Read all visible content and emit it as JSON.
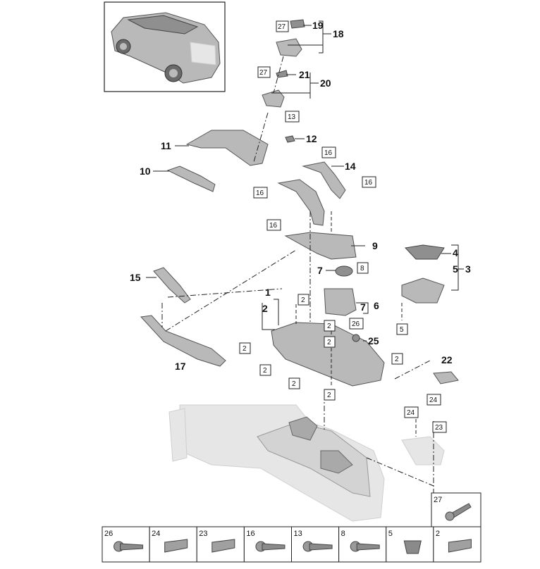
{
  "callouts": {
    "c1": "1",
    "c2": "2",
    "c3": "3",
    "c4": "4",
    "c5": "5",
    "c6": "6",
    "c7a": "7",
    "c7b": "7",
    "c9": "9",
    "c10": "10",
    "c11": "11",
    "c12": "12",
    "c14": "14",
    "c15": "15",
    "c17": "17",
    "c18": "18",
    "c19": "19",
    "c20": "20",
    "c21": "21",
    "c22": "22",
    "c25": "25"
  },
  "boxed": {
    "b27a": "27",
    "b27b": "27",
    "b13": "13",
    "b16a": "16",
    "b16b": "16",
    "b16c": "16",
    "b16d": "16",
    "b8": "8",
    "b5": "5",
    "b2a": "2",
    "b2b": "2",
    "b2c": "2",
    "b2d": "2",
    "b2e": "2",
    "b2f": "2",
    "b2g": "2",
    "b2h": "2",
    "b26": "26",
    "b24a": "24",
    "b24b": "24",
    "b23": "23"
  },
  "fastener_table": {
    "cells": [
      {
        "id": "26",
        "icon": "bolt-icon"
      },
      {
        "id": "24",
        "icon": "clip-icon"
      },
      {
        "id": "23",
        "icon": "clip-icon"
      },
      {
        "id": "16",
        "icon": "screw-icon"
      },
      {
        "id": "13",
        "icon": "screw-icon"
      },
      {
        "id": "8",
        "icon": "screw-icon"
      },
      {
        "id": "5",
        "icon": "nut-icon"
      },
      {
        "id": "2",
        "icon": "clip-icon"
      }
    ],
    "extra_cell": {
      "id": "27",
      "icon": "screw-icon"
    }
  }
}
